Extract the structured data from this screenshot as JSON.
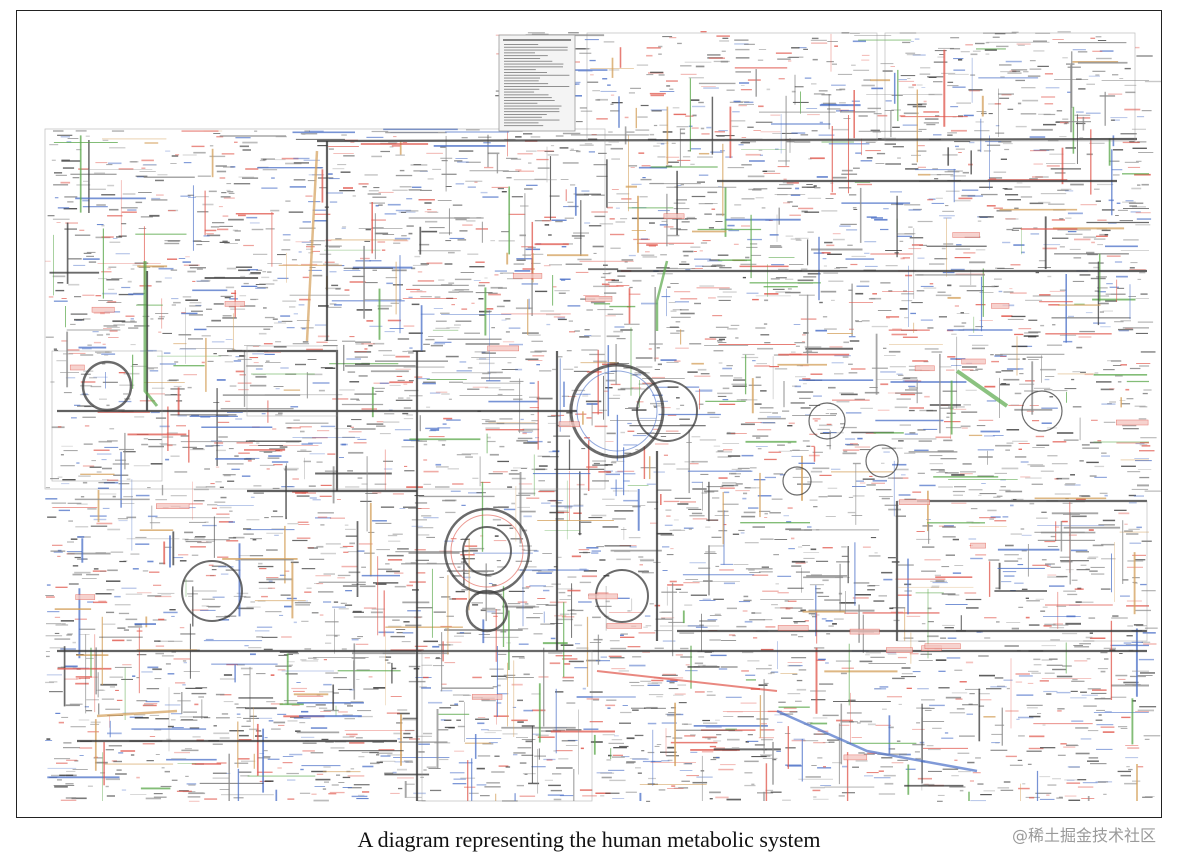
{
  "figure": {
    "caption": "A diagram representing the human metabolic system",
    "watermark": "@稀土掘金技术社区",
    "colors": {
      "pathway_dark": "#3a3a3a",
      "pathway_grey": "#8a8a8a",
      "metabolite_red": "#e0554a",
      "enzyme_blue": "#4a6fc7",
      "highlight_green": "#5aa84a",
      "highlight_orange": "#d4a05a",
      "background": "#ffffff"
    },
    "diagram_icon": "metabolic-network-map"
  }
}
